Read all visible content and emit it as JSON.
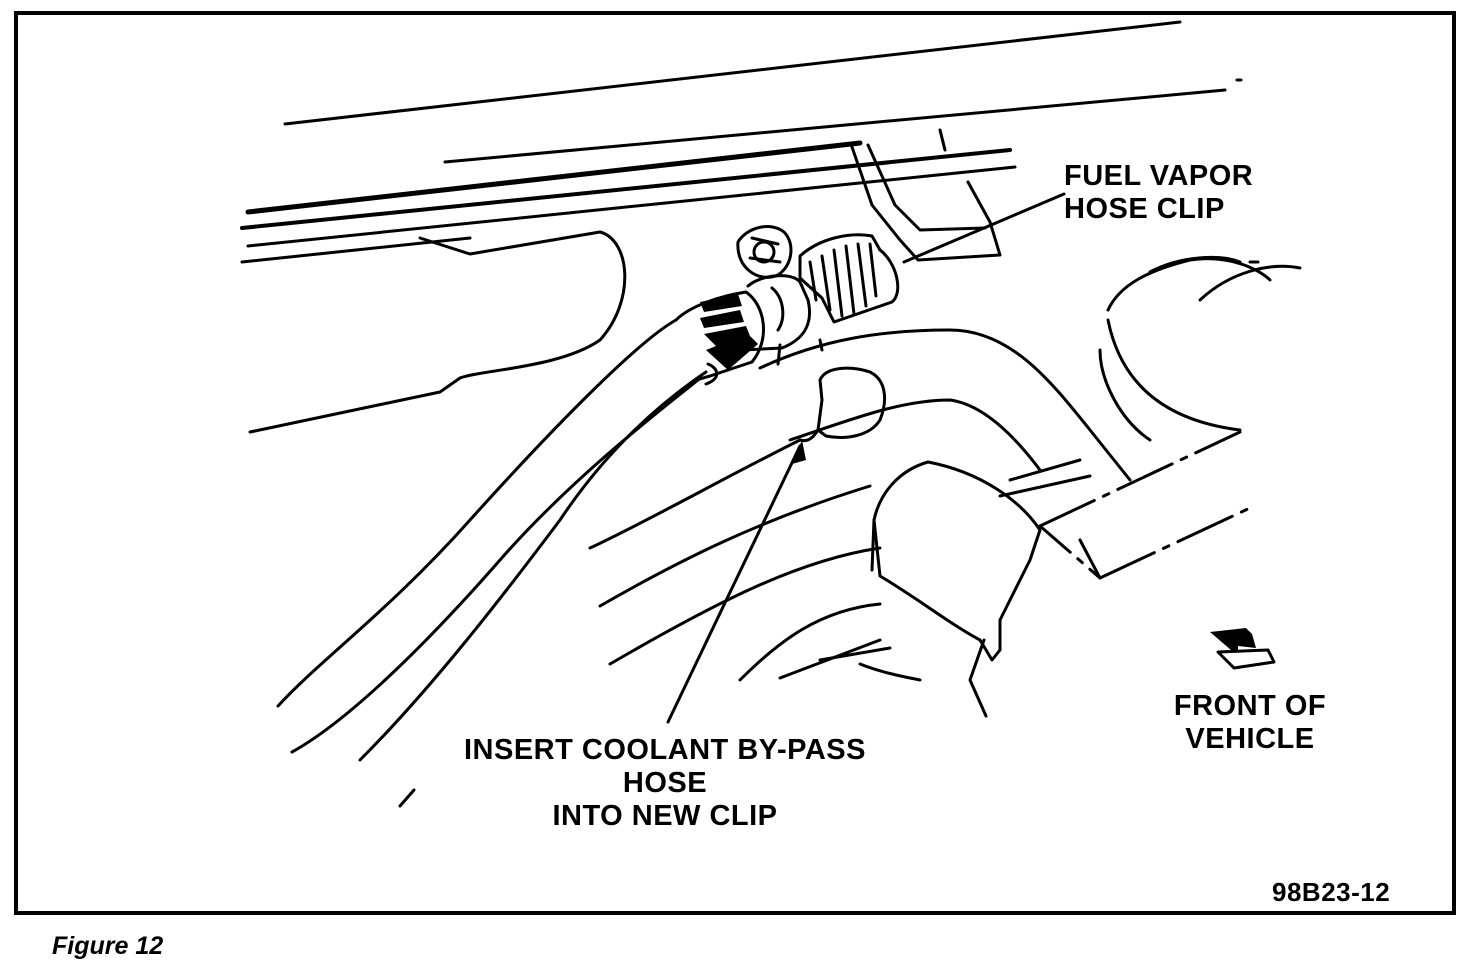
{
  "labels": {
    "fuel_vapor": [
      "FUEL VAPOR",
      "HOSE CLIP"
    ],
    "insert_coolant": [
      "INSERT COOLANT BY-PASS",
      "HOSE",
      "INTO NEW CLIP"
    ],
    "front_of_vehicle": [
      "FRONT OF",
      "VEHICLE"
    ],
    "drawing_code": "98B23-12"
  },
  "caption": "Figure 12",
  "colors": {
    "ink": "#000000",
    "paper": "#ffffff"
  },
  "icons": {
    "front_indicator": "front-arrow-icon",
    "clip_direction": "down-arrow-icon"
  }
}
